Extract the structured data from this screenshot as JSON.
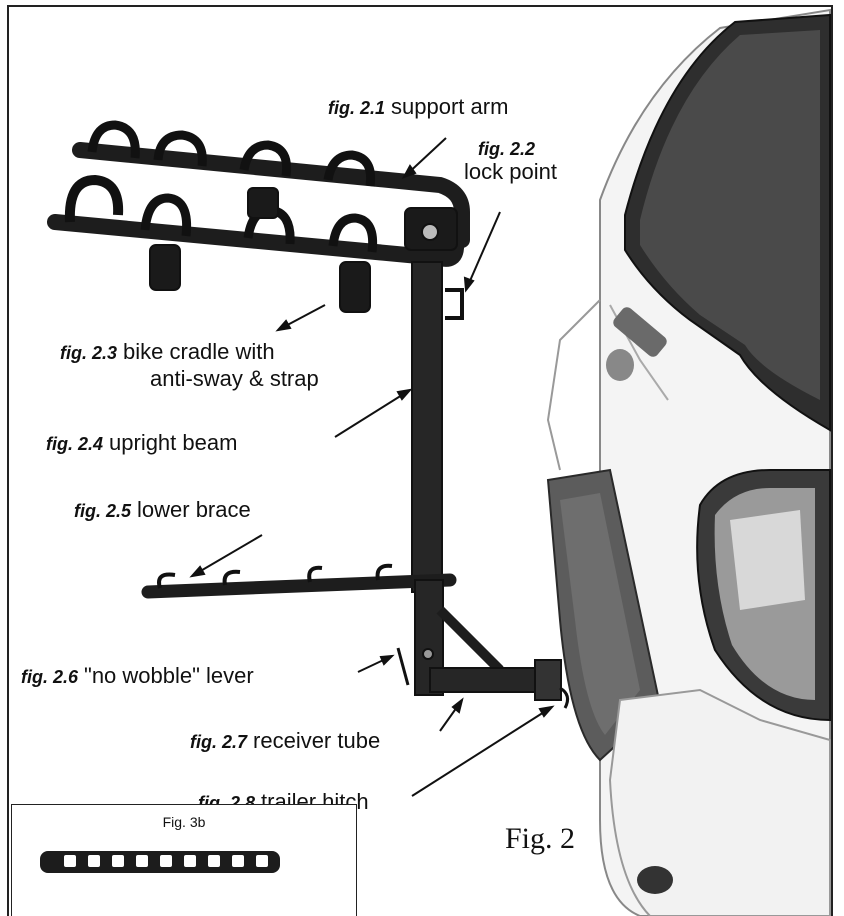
{
  "callouts": [
    {
      "id": "2.1",
      "fig": "fig. 2.1",
      "label": "support arm"
    },
    {
      "id": "2.2",
      "fig": "fig. 2.2",
      "label": "lock point"
    },
    {
      "id": "2.3",
      "fig": "fig. 2.3",
      "label_line1": "bike cradle with",
      "label_line2": "anti-sway & strap"
    },
    {
      "id": "2.4",
      "fig": "fig. 2.4",
      "label": "upright beam"
    },
    {
      "id": "2.5",
      "fig": "fig. 2.5",
      "label": "lower brace"
    },
    {
      "id": "2.6",
      "fig": "fig. 2.6",
      "label": "\"no wobble\" lever"
    },
    {
      "id": "2.7",
      "fig": "fig. 2.7",
      "label": "receiver tube"
    },
    {
      "id": "2.8",
      "fig": "fig. 2.8",
      "label": "trailer hitch"
    }
  ],
  "figure_label": "Fig. 2",
  "inset": {
    "title": "Fig. 3b"
  }
}
